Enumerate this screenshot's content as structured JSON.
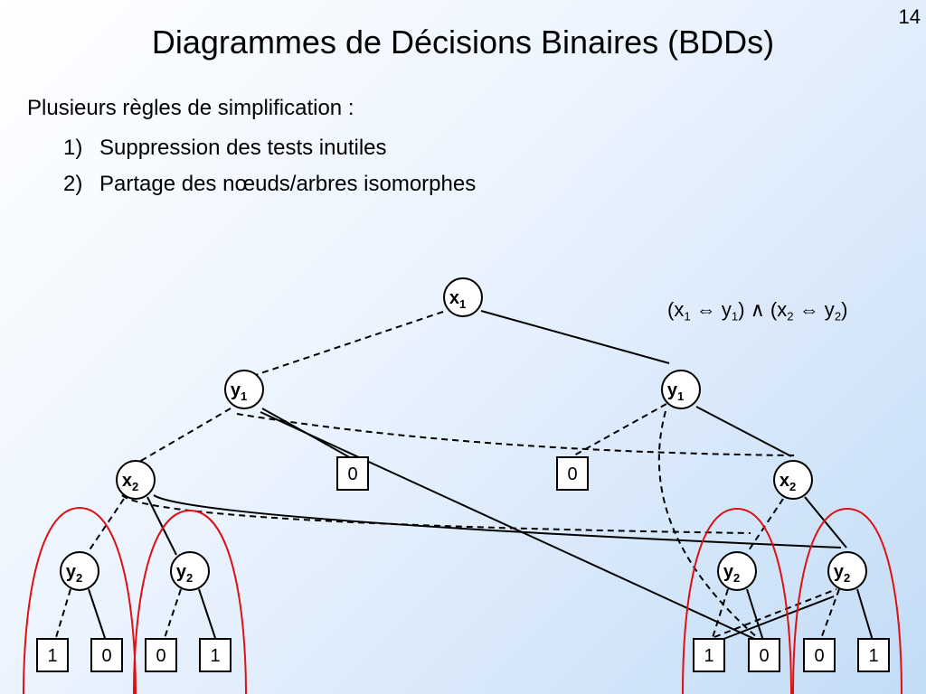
{
  "page_number": "14",
  "title": "Diagrammes de Décisions Binaires (BDDs)",
  "intro": "Plusieurs règles de simplification :",
  "rules": [
    {
      "num": "1)",
      "text": "Suppression des tests inutiles"
    },
    {
      "num": "2)",
      "text": "Partage des nœuds/arbres isomorphes"
    }
  ],
  "formula": {
    "open1": "(x",
    "sub1": "1",
    "iff1": " ⇔ y",
    "sub2": "1",
    "close1": ") ∧ (x",
    "sub3": "2",
    "iff2": " ⇔ y",
    "sub4": "2",
    "close2": ")"
  },
  "nodes": [
    {
      "id": "x1",
      "base": "x",
      "sub": "1"
    },
    {
      "id": "y1L",
      "base": "y",
      "sub": "1"
    },
    {
      "id": "y1R",
      "base": "y",
      "sub": "1"
    },
    {
      "id": "x2L",
      "base": "x",
      "sub": "2"
    },
    {
      "id": "x2R",
      "base": "x",
      "sub": "2"
    },
    {
      "id": "y2a",
      "base": "y",
      "sub": "2"
    },
    {
      "id": "y2b",
      "base": "y",
      "sub": "2"
    },
    {
      "id": "y2c",
      "base": "y",
      "sub": "2"
    },
    {
      "id": "y2d",
      "base": "y",
      "sub": "2"
    }
  ],
  "leaves": [
    {
      "id": "zL",
      "value": "0"
    },
    {
      "id": "zR",
      "value": "0"
    },
    {
      "id": "l1",
      "value": "1"
    },
    {
      "id": "l2",
      "value": "0"
    },
    {
      "id": "l3",
      "value": "0"
    },
    {
      "id": "l4",
      "value": "1"
    },
    {
      "id": "l5",
      "value": "1"
    },
    {
      "id": "l6",
      "value": "0"
    },
    {
      "id": "l7",
      "value": "0"
    },
    {
      "id": "l8",
      "value": "1"
    }
  ],
  "colors": {
    "edge": "#000000",
    "highlight": "#dd1111",
    "node_fill": "#ffffff"
  }
}
